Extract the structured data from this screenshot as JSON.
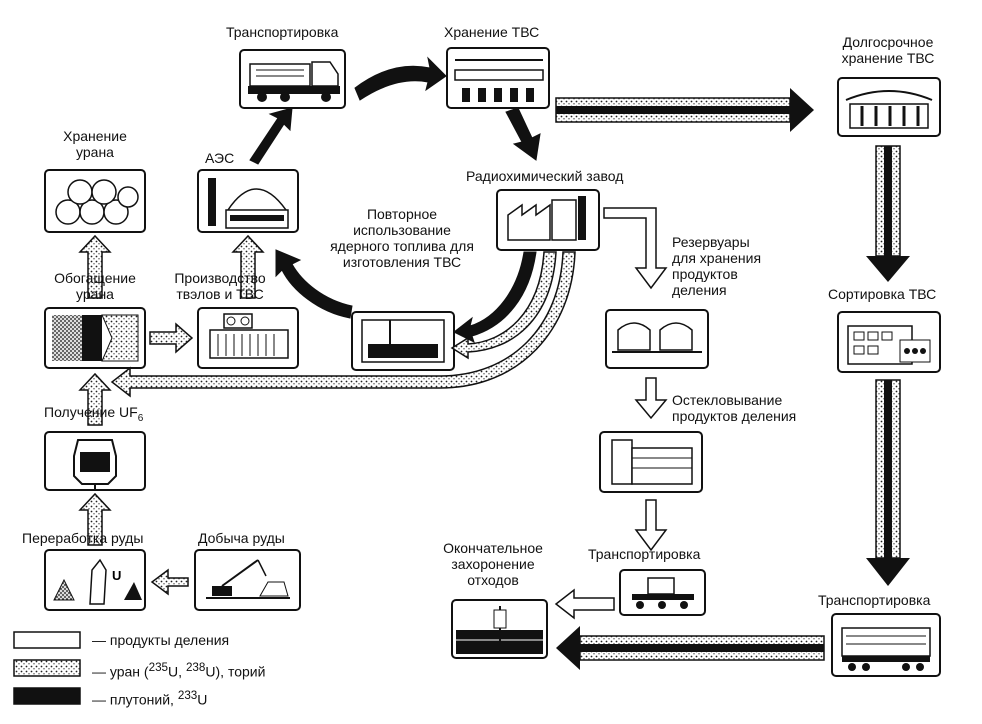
{
  "labels": {
    "transport_top": "Транспортировка",
    "storage_tvs": "Хранение ТВС",
    "longterm_storage": "Долгосрочное хранение ТВС",
    "uranium_storage": "Хранение урана",
    "aes": "АЭС",
    "radiochem_plant": "Радиохимический завод",
    "reuse": "Повторное использование ядерного топлива для изготовления ТВС",
    "reservoirs": "Резервуары для хранения продуктов деления",
    "enrichment": "Обогащение урана",
    "fuel_production": "Производство твэлов и ТВС",
    "sorting": "Сортировка ТВС",
    "uf6_prefix": "Получение UF",
    "uf6_sub": "6",
    "vitrification": "Остекловывание продуктов деления",
    "ore_processing": "Переработка руды",
    "ore_mining": "Добыча руды",
    "final_disposal": "Окончательное захоронение отходов",
    "transport_mid": "Транспортировка",
    "transport_right": "Транспортировка",
    "ore_icon_letter": "U"
  },
  "legend": [
    {
      "style": "white",
      "text": "— продукты деления"
    },
    {
      "style": "dotted",
      "text_a": "— уран (",
      "sup1": "235",
      "text_b": "U, ",
      "sup2": "238",
      "text_c": "U), торий"
    },
    {
      "style": "black",
      "text_a": "— плутоний, ",
      "sup1": "233",
      "text_b": "U"
    }
  ]
}
